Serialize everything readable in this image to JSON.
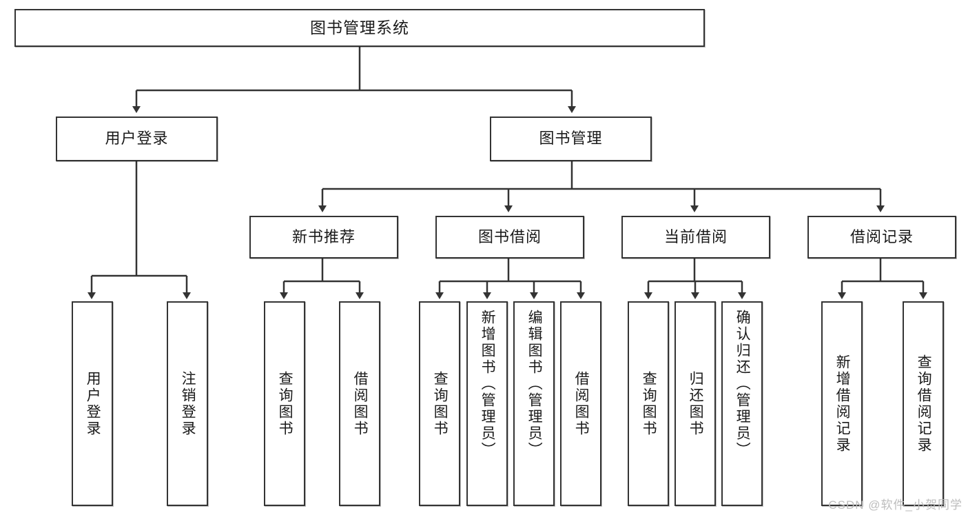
{
  "diagram": {
    "title": "图书管理系统",
    "type": "hierarchy-tree",
    "colors": {
      "background": "#ffffff",
      "box_border": "#333333",
      "box_fill": "#ffffff",
      "edge": "#333333",
      "text": "#1a1a1a",
      "watermark": "#bdbdbd"
    },
    "root": {
      "label": "图书管理系统"
    },
    "level2": [
      {
        "label": "用户登录"
      },
      {
        "label": "图书管理"
      }
    ],
    "level3": [
      {
        "label": "新书推荐"
      },
      {
        "label": "图书借阅"
      },
      {
        "label": "当前借阅"
      },
      {
        "label": "借阅记录"
      }
    ],
    "leaves": {
      "user_login": [
        {
          "label": "用户登录"
        },
        {
          "label": "注销登录"
        }
      ],
      "new_book": [
        {
          "label": "查询图书"
        },
        {
          "label": "借阅图书"
        }
      ],
      "book_borrow": [
        {
          "label": "查询图书"
        },
        {
          "label": "新增图书（管理员）"
        },
        {
          "label": "编辑图书（管理员）"
        },
        {
          "label": "借阅图书"
        }
      ],
      "current_borrow": [
        {
          "label": "查询图书"
        },
        {
          "label": "归还图书"
        },
        {
          "label": "确认归还（管理员）"
        }
      ],
      "borrow_record": [
        {
          "label": "新增借阅记录"
        },
        {
          "label": "查询借阅记录"
        }
      ]
    },
    "watermark": "CSDN @软件_小贺同学"
  }
}
